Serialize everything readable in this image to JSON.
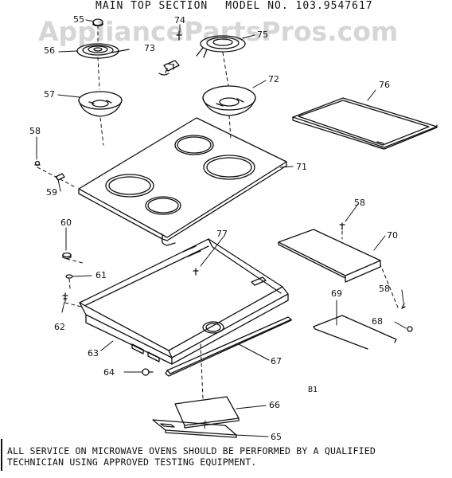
{
  "header": {
    "section": "MAIN TOP SECTION",
    "model": "MODEL NO. 103.9547617"
  },
  "watermark": "AppliancePartsPros.com",
  "sheet_code": "B1",
  "notice": {
    "line1": "ALL SERVICE ON MICROWAVE OVENS SHOULD BE PERFORMED BY A QUALIFIED",
    "line2": "TECHNICIAN USING APPROVED TESTING EQUIPMENT."
  },
  "parts": {
    "p55": "55",
    "p56": "56",
    "p57": "57",
    "p58a": "58",
    "p58b": "58",
    "p58c": "58",
    "p59": "59",
    "p60": "60",
    "p61": "61",
    "p62": "62",
    "p63": "63",
    "p64": "64",
    "p65": "65",
    "p66": "66",
    "p67": "67",
    "p68": "68",
    "p69": "69",
    "p70": "70",
    "p71": "71",
    "p72": "72",
    "p73": "73",
    "p74": "74",
    "p75": "75",
    "p76": "76",
    "p77": "77"
  }
}
